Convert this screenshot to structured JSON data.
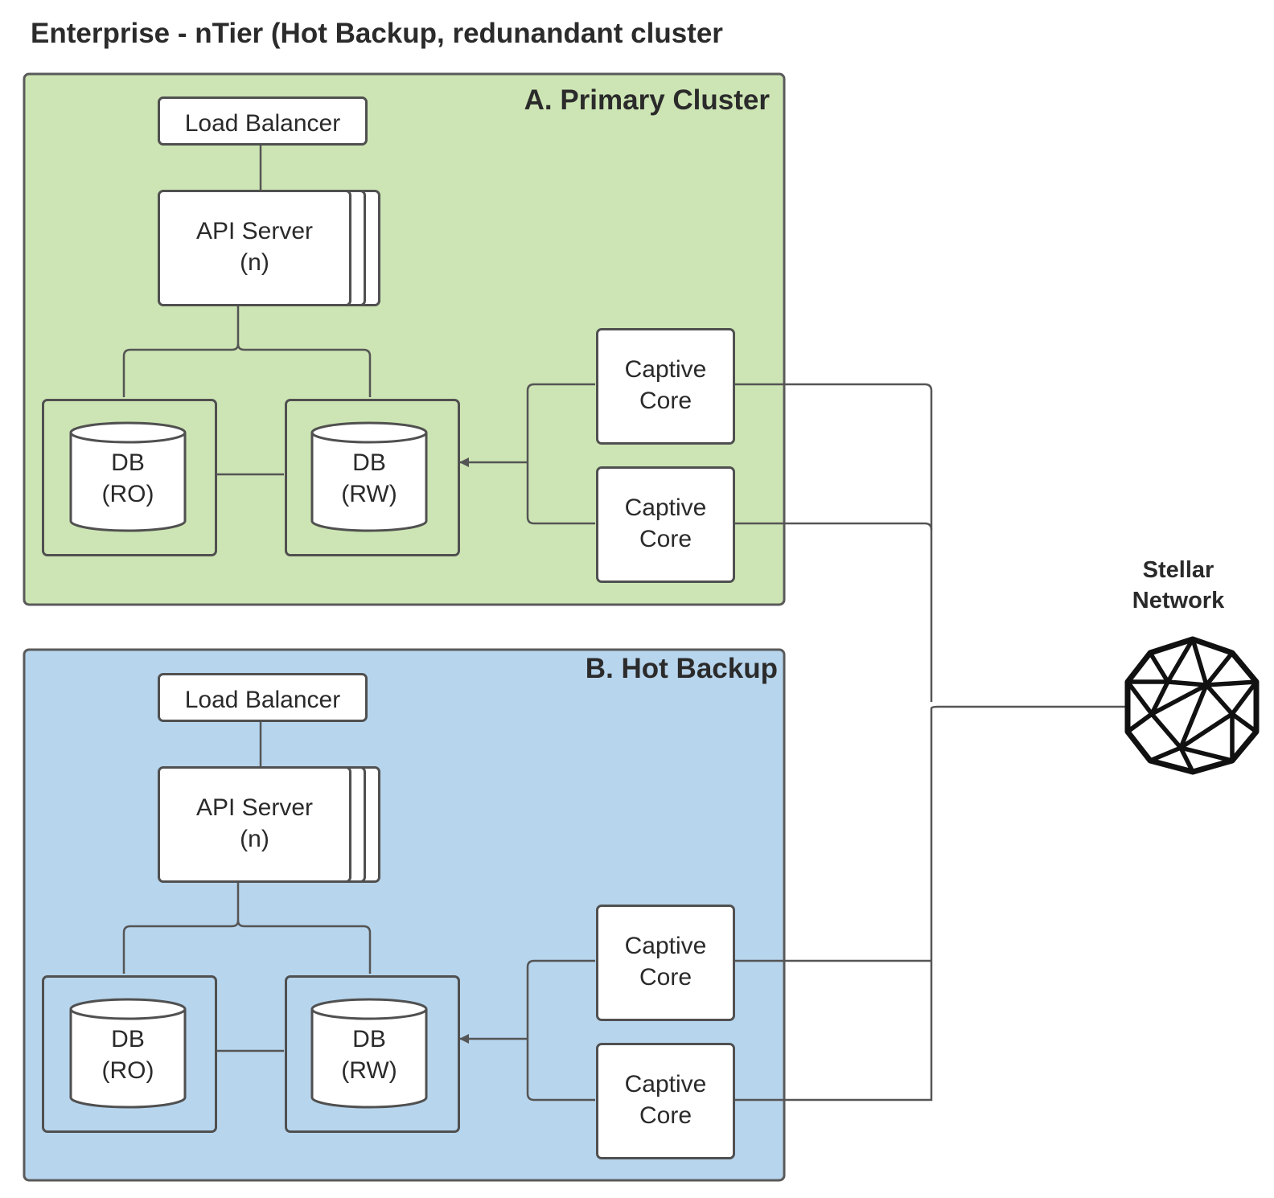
{
  "title": "Enterprise - nTier (Hot Backup, redunandant cluster",
  "colors": {
    "primary_fill": "#cde5b4",
    "backup_fill": "#b7d5ed",
    "stroke": "#5a5a5a",
    "box_fill": "#ffffff"
  },
  "clusters": [
    {
      "title": "A. Primary Cluster",
      "load_balancer": "Load Balancer",
      "api_server": [
        "API Server",
        "(n)"
      ],
      "db_ro": [
        "DB",
        "(RO)"
      ],
      "db_rw": [
        "DB",
        "(RW)"
      ],
      "captive_cores": [
        [
          "Captive",
          "Core"
        ],
        [
          "Captive",
          "Core"
        ]
      ]
    },
    {
      "title": "B. Hot Backup",
      "load_balancer": "Load Balancer",
      "api_server": [
        "API Server",
        "(n)"
      ],
      "db_ro": [
        "DB",
        "(RO)"
      ],
      "db_rw": [
        "DB",
        "(RW)"
      ],
      "captive_cores": [
        [
          "Captive",
          "Core"
        ],
        [
          "Captive",
          "Core"
        ]
      ]
    }
  ],
  "network": {
    "label": [
      "Stellar",
      "Network"
    ],
    "icon": "geodesic-sphere-icon"
  }
}
